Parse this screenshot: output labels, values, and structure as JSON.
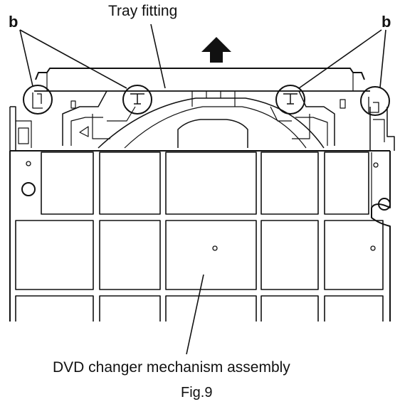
{
  "diagram": {
    "callouts": {
      "tray_fitting": "Tray fitting",
      "hook_left": "b",
      "hook_right": "b",
      "assembly": "DVD changer mechanism assembly"
    },
    "figure_caption": "Fig.9",
    "arrow_direction": "up",
    "line_color": "#111111"
  }
}
